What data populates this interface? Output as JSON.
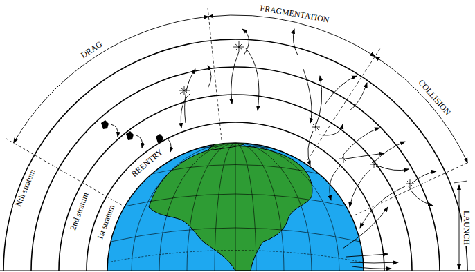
{
  "diagram": {
    "labels": [
      "FRAGMENTATION",
      "DRAG",
      "COLLISION",
      "LAUNCH",
      "REENTRY",
      "Nth stratum",
      "2nd stratum",
      "1st stratum"
    ]
  }
}
